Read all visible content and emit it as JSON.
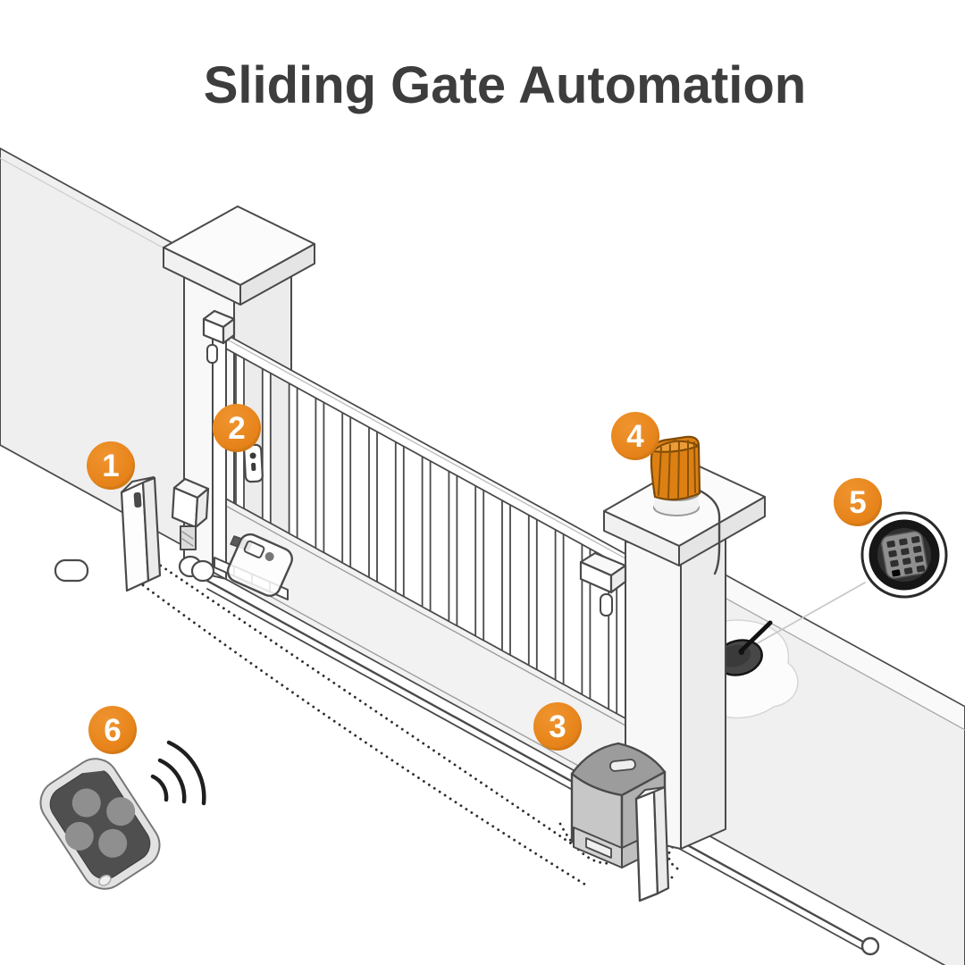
{
  "title": "Sliding Gate Automation",
  "colors": {
    "accent_orange": "#E8861D",
    "beacon_orange": "#DD8013",
    "outline_gray": "#4A4A4A",
    "title_gray": "#3D3D3D",
    "wall_gray": "#F0F0F0"
  },
  "markers": [
    {
      "n": "1",
      "component": "photocell-column"
    },
    {
      "n": "2",
      "component": "gate-lock"
    },
    {
      "n": "3",
      "component": "gate-motor"
    },
    {
      "n": "4",
      "component": "flashing-beacon-lamp"
    },
    {
      "n": "5",
      "component": "wireless-keypad"
    },
    {
      "n": "6",
      "component": "remote-transmitter"
    }
  ]
}
